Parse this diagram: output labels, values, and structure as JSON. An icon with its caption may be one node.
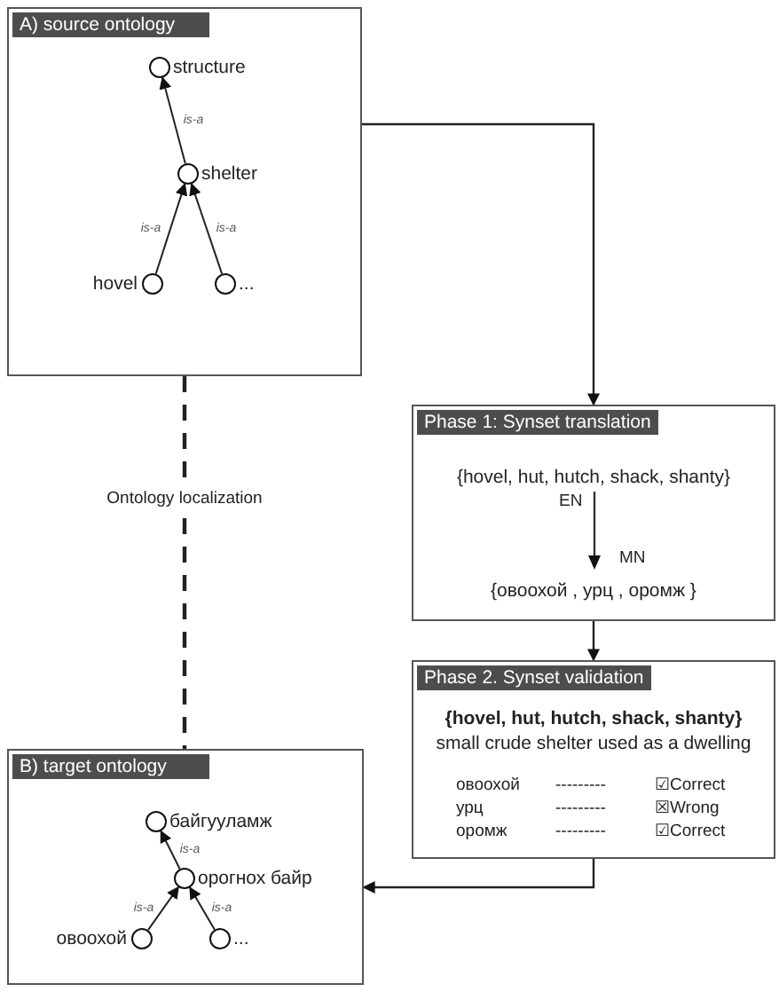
{
  "diagram": {
    "nodes": [
      {
        "text": [
          "A) source ontology"
        ]
      },
      {
        "text": [],
        "shape": "circle",
        "beside": [
          "structure"
        ],
        "in": 0
      },
      {
        "text": [],
        "shape": "circle",
        "beside": [
          "shelter"
        ],
        "in": 0
      },
      {
        "text": [],
        "shape": "circle",
        "beside": [
          "hovel"
        ],
        "in": 0
      },
      {
        "text": [],
        "shape": "circle",
        "beside": [
          "..."
        ],
        "in": 0
      },
      {
        "text": [
          "Phase 1: Synset translation",
          "{hovel, hut, hutch, shack, shanty}",
          "EN",
          "MN",
          "{овоохой , урц , оромж }"
        ]
      },
      {
        "text": [
          "Phase 2. Synset validation",
          "{hovel, hut, hutch, shack, shanty}",
          "small crude shelter used as a dwelling",
          "овоохой",
          "---------",
          "☑Correct",
          "урц",
          "---------",
          "☒Wrong",
          "оромж",
          "---------",
          "☑Correct"
        ]
      },
      {
        "text": [
          "B) target ontology"
        ]
      },
      {
        "text": [],
        "shape": "circle",
        "beside": [
          "байгууламж"
        ],
        "in": 7
      },
      {
        "text": [],
        "shape": "circle",
        "beside": [
          "орогнох байр"
        ],
        "in": 7
      },
      {
        "text": [],
        "shape": "circle",
        "beside": [
          "овоохой"
        ],
        "in": 7
      },
      {
        "text": [],
        "shape": "circle",
        "beside": [
          "..."
        ],
        "in": 7
      }
    ],
    "edges": [
      {
        "from": 0,
        "to": 5,
        "arrow": "to"
      },
      {
        "from": 5,
        "to": 6,
        "arrow": "to"
      },
      {
        "from": 6,
        "to": 7,
        "arrow": "to"
      },
      {
        "from": 0,
        "to": 7,
        "arrow": "none",
        "style": "dashed",
        "label": "Ontology localization"
      },
      {
        "from": 2,
        "to": 1,
        "arrow": "to",
        "label": "is-a"
      },
      {
        "from": 3,
        "to": 2,
        "arrow": "to",
        "label": "is-a"
      },
      {
        "from": 4,
        "to": 2,
        "arrow": "to",
        "label": "is-a"
      },
      {
        "from": 9,
        "to": 8,
        "arrow": "to",
        "label": "is-a"
      },
      {
        "from": 10,
        "to": 9,
        "arrow": "to",
        "label": "is-a"
      },
      {
        "from": 11,
        "to": 9,
        "arrow": "to",
        "label": "is-a"
      }
    ]
  }
}
